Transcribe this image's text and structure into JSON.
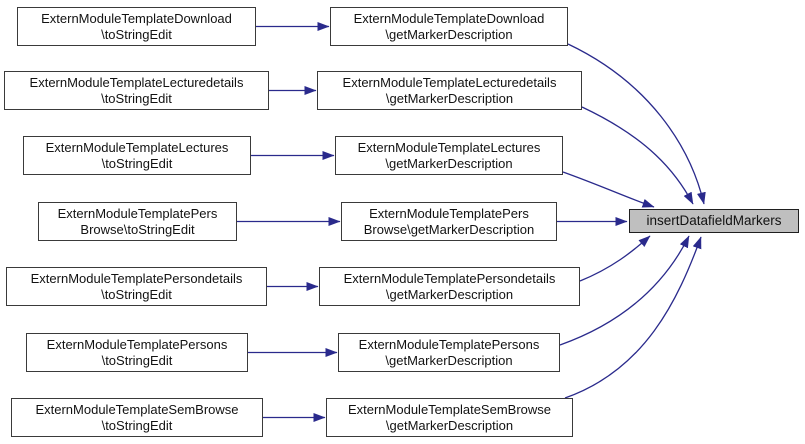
{
  "diagram": {
    "type": "call-graph",
    "edge_color": "#2a2a8c",
    "node_border_color": "#3a3a3a",
    "target_fill": "#bfbfbf",
    "target": {
      "label": "insertDatafieldMarkers"
    },
    "rows": [
      {
        "caller": {
          "line1": "ExternModuleTemplateDownload",
          "line2": "\\toStringEdit"
        },
        "callee": {
          "line1": "ExternModuleTemplateDownload",
          "line2": "\\getMarkerDescription"
        }
      },
      {
        "caller": {
          "line1": "ExternModuleTemplateLecturedetails",
          "line2": "\\toStringEdit"
        },
        "callee": {
          "line1": "ExternModuleTemplateLecturedetails",
          "line2": "\\getMarkerDescription"
        }
      },
      {
        "caller": {
          "line1": "ExternModuleTemplateLectures",
          "line2": "\\toStringEdit"
        },
        "callee": {
          "line1": "ExternModuleTemplateLectures",
          "line2": "\\getMarkerDescription"
        }
      },
      {
        "caller": {
          "line1": "ExternModuleTemplatePers",
          "line2": "Browse\\toStringEdit"
        },
        "callee": {
          "line1": "ExternModuleTemplatePers",
          "line2": "Browse\\getMarkerDescription"
        }
      },
      {
        "caller": {
          "line1": "ExternModuleTemplatePersondetails",
          "line2": "\\toStringEdit"
        },
        "callee": {
          "line1": "ExternModuleTemplatePersondetails",
          "line2": "\\getMarkerDescription"
        }
      },
      {
        "caller": {
          "line1": "ExternModuleTemplatePersons",
          "line2": "\\toStringEdit"
        },
        "callee": {
          "line1": "ExternModuleTemplatePersons",
          "line2": "\\getMarkerDescription"
        }
      },
      {
        "caller": {
          "line1": "ExternModuleTemplateSemBrowse",
          "line2": "\\toStringEdit"
        },
        "callee": {
          "line1": "ExternModuleTemplateSemBrowse",
          "line2": "\\getMarkerDescription"
        }
      }
    ]
  }
}
